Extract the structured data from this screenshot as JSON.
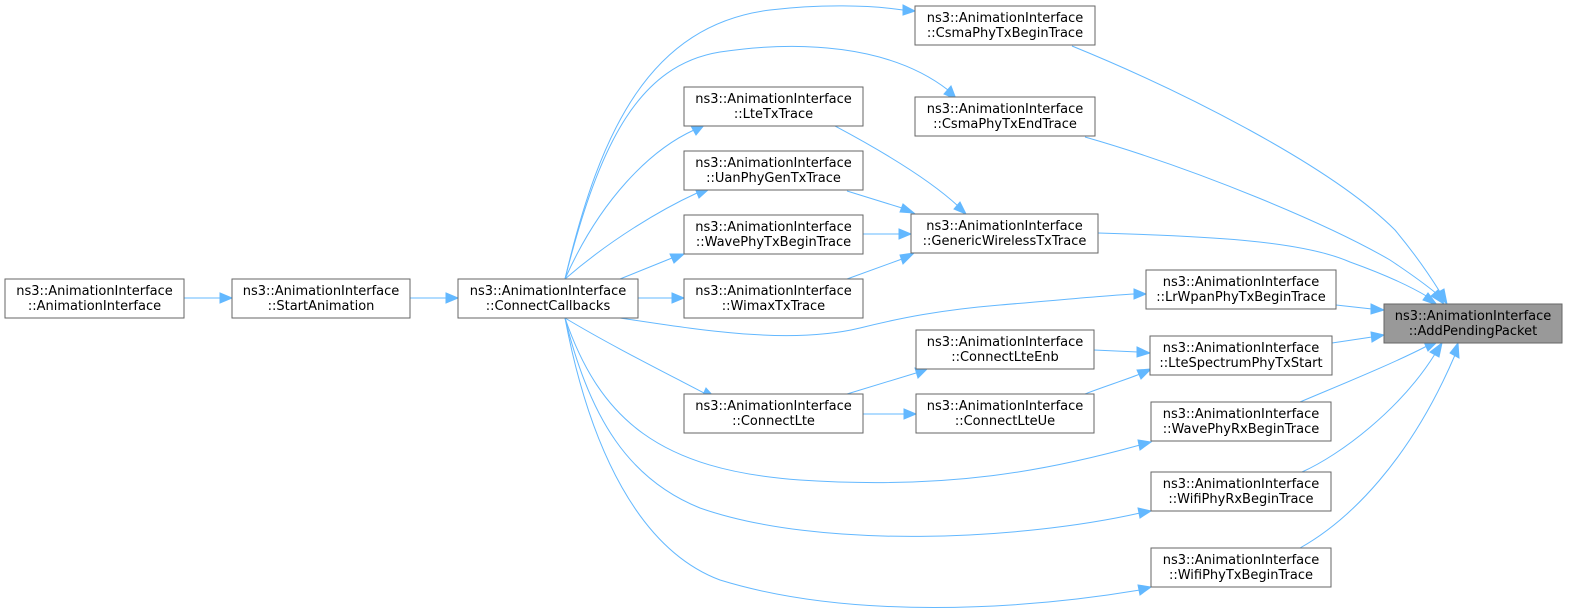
{
  "diagram": {
    "nodes": [
      {
        "id": "add_pending_packet",
        "line1": "ns3::AnimationInterface",
        "line2": "::AddPendingPacket",
        "root": true
      },
      {
        "id": "csma_phy_tx_begin_trace",
        "line1": "ns3::AnimationInterface",
        "line2": "::CsmaPhyTxBeginTrace"
      },
      {
        "id": "csma_phy_tx_end_trace",
        "line1": "ns3::AnimationInterface",
        "line2": "::CsmaPhyTxEndTrace"
      },
      {
        "id": "generic_wireless_tx_trace",
        "line1": "ns3::AnimationInterface",
        "line2": "::GenericWirelessTxTrace"
      },
      {
        "id": "lr_wpan_phy_tx_begin_trace",
        "line1": "ns3::AnimationInterface",
        "line2": "::LrWpanPhyTxBeginTrace"
      },
      {
        "id": "lte_spectrum_phy_tx_start",
        "line1": "ns3::AnimationInterface",
        "line2": "::LteSpectrumPhyTxStart"
      },
      {
        "id": "wave_phy_rx_begin_trace",
        "line1": "ns3::AnimationInterface",
        "line2": "::WavePhyRxBeginTrace"
      },
      {
        "id": "wifi_phy_rx_begin_trace",
        "line1": "ns3::AnimationInterface",
        "line2": "::WifiPhyRxBeginTrace"
      },
      {
        "id": "wifi_phy_tx_begin_trace",
        "line1": "ns3::AnimationInterface",
        "line2": "::WifiPhyTxBeginTrace"
      },
      {
        "id": "lte_tx_trace",
        "line1": "ns3::AnimationInterface",
        "line2": "::LteTxTrace"
      },
      {
        "id": "uan_phy_gen_tx_trace",
        "line1": "ns3::AnimationInterface",
        "line2": "::UanPhyGenTxTrace"
      },
      {
        "id": "wave_phy_tx_begin_trace",
        "line1": "ns3::AnimationInterface",
        "line2": "::WavePhyTxBeginTrace"
      },
      {
        "id": "wimax_tx_trace",
        "line1": "ns3::AnimationInterface",
        "line2": "::WimaxTxTrace"
      },
      {
        "id": "connect_lte_enb",
        "line1": "ns3::AnimationInterface",
        "line2": "::ConnectLteEnb"
      },
      {
        "id": "connect_lte_ue",
        "line1": "ns3::AnimationInterface",
        "line2": "::ConnectLteUe"
      },
      {
        "id": "connect_lte",
        "line1": "ns3::AnimationInterface",
        "line2": "::ConnectLte"
      },
      {
        "id": "connect_callbacks",
        "line1": "ns3::AnimationInterface",
        "line2": "::ConnectCallbacks"
      },
      {
        "id": "start_animation",
        "line1": "ns3::AnimationInterface",
        "line2": "::StartAnimation"
      },
      {
        "id": "animation_interface",
        "line1": "ns3::AnimationInterface",
        "line2": "::AnimationInterface"
      }
    ],
    "edges": [
      {
        "from": "csma_phy_tx_begin_trace",
        "to": "add_pending_packet"
      },
      {
        "from": "csma_phy_tx_end_trace",
        "to": "add_pending_packet"
      },
      {
        "from": "generic_wireless_tx_trace",
        "to": "add_pending_packet"
      },
      {
        "from": "lr_wpan_phy_tx_begin_trace",
        "to": "add_pending_packet"
      },
      {
        "from": "lte_spectrum_phy_tx_start",
        "to": "add_pending_packet"
      },
      {
        "from": "wave_phy_rx_begin_trace",
        "to": "add_pending_packet"
      },
      {
        "from": "wifi_phy_rx_begin_trace",
        "to": "add_pending_packet"
      },
      {
        "from": "wifi_phy_tx_begin_trace",
        "to": "add_pending_packet"
      },
      {
        "from": "lte_tx_trace",
        "to": "generic_wireless_tx_trace"
      },
      {
        "from": "uan_phy_gen_tx_trace",
        "to": "generic_wireless_tx_trace"
      },
      {
        "from": "wave_phy_tx_begin_trace",
        "to": "generic_wireless_tx_trace"
      },
      {
        "from": "wimax_tx_trace",
        "to": "generic_wireless_tx_trace"
      },
      {
        "from": "connect_lte_enb",
        "to": "lte_spectrum_phy_tx_start"
      },
      {
        "from": "connect_lte_ue",
        "to": "lte_spectrum_phy_tx_start"
      },
      {
        "from": "connect_lte",
        "to": "connect_lte_enb"
      },
      {
        "from": "connect_lte",
        "to": "connect_lte_ue"
      },
      {
        "from": "connect_callbacks",
        "to": "csma_phy_tx_begin_trace"
      },
      {
        "from": "connect_callbacks",
        "to": "csma_phy_tx_end_trace"
      },
      {
        "from": "connect_callbacks",
        "to": "lte_tx_trace"
      },
      {
        "from": "connect_callbacks",
        "to": "uan_phy_gen_tx_trace"
      },
      {
        "from": "connect_callbacks",
        "to": "wave_phy_tx_begin_trace"
      },
      {
        "from": "connect_callbacks",
        "to": "wimax_tx_trace"
      },
      {
        "from": "connect_callbacks",
        "to": "lr_wpan_phy_tx_begin_trace"
      },
      {
        "from": "connect_callbacks",
        "to": "connect_lte"
      },
      {
        "from": "connect_callbacks",
        "to": "wave_phy_rx_begin_trace"
      },
      {
        "from": "connect_callbacks",
        "to": "wifi_phy_rx_begin_trace"
      },
      {
        "from": "connect_callbacks",
        "to": "wifi_phy_tx_begin_trace"
      },
      {
        "from": "start_animation",
        "to": "connect_callbacks"
      },
      {
        "from": "animation_interface",
        "to": "start_animation"
      }
    ],
    "colors": {
      "edge": "#63b8ff",
      "node_border": "#666666",
      "root_fill": "#999999",
      "node_fill": "#ffffff"
    }
  }
}
